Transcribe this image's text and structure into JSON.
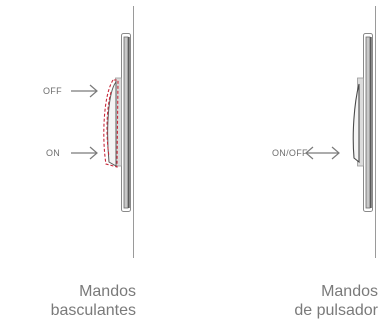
{
  "left_panel": {
    "labels": {
      "off": "OFF",
      "on": "ON"
    },
    "caption": {
      "line1": "Mandos",
      "line2": "basculantes"
    }
  },
  "right_panel": {
    "labels": {
      "on_off": "ON/OFF"
    },
    "caption": {
      "line1": "Mandos",
      "line2": "de pulsador"
    }
  },
  "colors": {
    "line": "#7a7a7a",
    "wall": "#9a9a9a",
    "frame_dark": "#4a4a4a",
    "frame_light": "#b8b8b8",
    "highlight": "#c8283a",
    "text": "#7a7a7a"
  },
  "icons": {
    "arrow_off": "arrow-right-icon",
    "arrow_on": "arrow-right-icon",
    "arrow_push": "double-arrow-icon"
  }
}
